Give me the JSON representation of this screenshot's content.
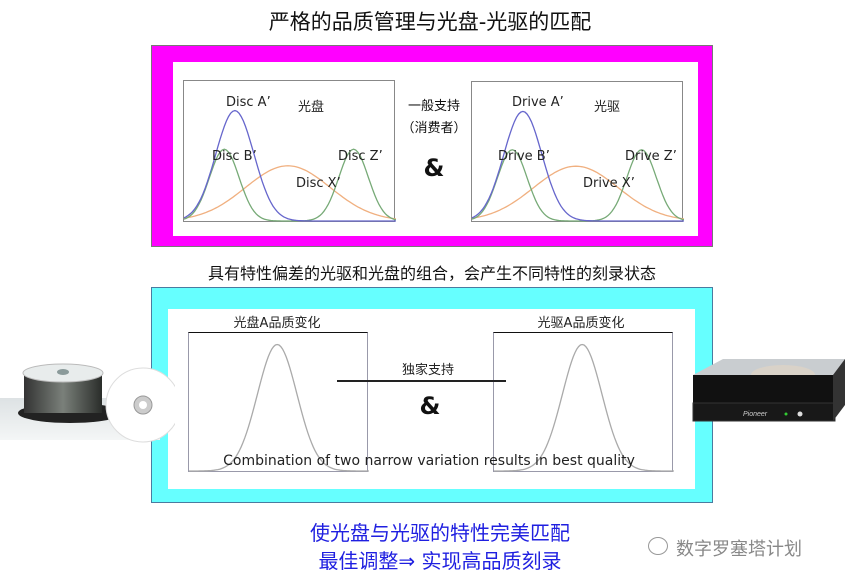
{
  "title": "严格的品质管理与光盘-光驱的匹配",
  "top_panel": {
    "frame_color": "#ff00ff",
    "disc_chart": {
      "heading": "光盘",
      "labels": {
        "a": "Disc A’",
        "b": "Disc B’",
        "x": "Disc X’",
        "z": "Disc Z’"
      }
    },
    "drive_chart": {
      "heading": "光驱",
      "labels": {
        "a": "Drive A’",
        "b": "Drive B’",
        "x": "Drive X’",
        "z": "Drive Z’"
      }
    },
    "middle_line1": "一般支持",
    "middle_line2": "（消费者）",
    "ampersand": "&",
    "series_colors": {
      "a": "#6666cc",
      "bz": "#77aa77",
      "x": "#f0b080"
    }
  },
  "subtitle": "具有特性偏差的光驱和光盘的组合，会产生不同特性的刻录状态",
  "bottom_panel": {
    "frame_color": "#66ffff",
    "disc_chart_title": "光盘A品质变化",
    "drive_chart_title": "光驱A品质变化",
    "middle_label": "独家支持",
    "ampersand": "&",
    "caption": "Combination of two narrow variation results in best quality"
  },
  "conclusion": {
    "line1": "使光盘与光驱的特性完美匹配",
    "line2": "最佳调整⇒  实现高品质刻录",
    "color": "#1f1fe0"
  },
  "watermark": "数字罗塞塔计划"
}
